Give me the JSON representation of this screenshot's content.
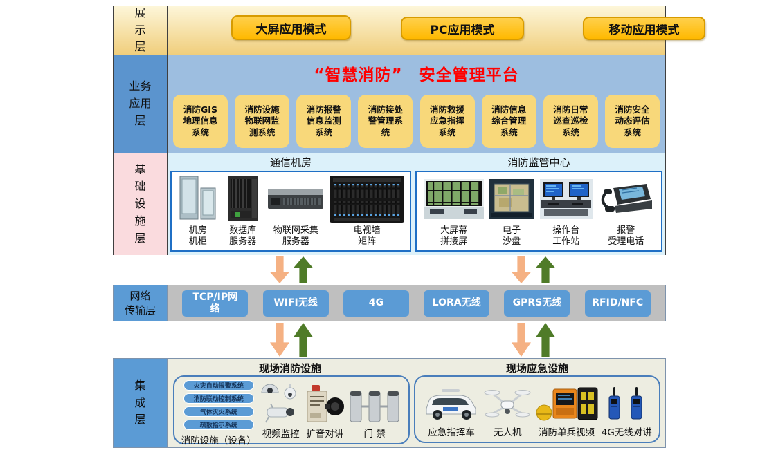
{
  "colors": {
    "presentation_gradient_top": "#FDF6D9",
    "presentation_gradient_bottom": "#F0CE7C",
    "mode_button_orange": "#FFB900",
    "business_label_blue": "#5B94CE",
    "business_bg_blue": "#9DBEE0",
    "platform_title_red": "#FF0000",
    "system_box_yellow": "#F8D87A",
    "infra_label_pink": "#FADBDE",
    "infra_bg_lightblue": "#DCF1FA",
    "infra_box_border_blue": "#1F6FC5",
    "network_chip_blue": "#5B9BD5",
    "network_bg_gray": "#BFBFBF",
    "integration_bg_beige": "#EDEDE1",
    "arrow_down_orange": "#F5B183",
    "arrow_up_green": "#4F7B28"
  },
  "presentation_layer": {
    "label": "展\n示\n层",
    "buttons": [
      "大屏应用模式",
      "PC应用模式",
      "移动应用模式"
    ]
  },
  "business_layer": {
    "label": "业务\n应用\n层",
    "title": "“智慧消防”　安全管理平台",
    "systems": [
      "消防GIS\n地理信息\n系统",
      "消防设施\n物联网监\n测系统",
      "消防报警\n信息监测\n系统",
      "消防接处\n警管理系\n统",
      "消防救援\n应急指挥\n系统",
      "消防信息\n综合管理\n系统",
      "消防日常\n巡查巡检\n系统",
      "消防安全\n动态评估\n系统"
    ]
  },
  "infrastructure_layer": {
    "label": "基\n础\n设\n施\n层",
    "groups": [
      {
        "title": "通信机房",
        "items": [
          {
            "label": "机房\n机柜",
            "icon": "server-cabinet-icon"
          },
          {
            "label": "数据库\n服务器",
            "icon": "database-server-icon"
          },
          {
            "label": "物联网采集\n服务器",
            "icon": "iot-server-icon"
          },
          {
            "label": "电视墙\n矩阵",
            "icon": "tv-wall-matrix-icon"
          }
        ]
      },
      {
        "title": "消防监管中心",
        "items": [
          {
            "label": "大屏幕\n拼接屏",
            "icon": "video-wall-icon"
          },
          {
            "label": "电子\n沙盘",
            "icon": "sand-table-icon"
          },
          {
            "label": "操作台\n工作站",
            "icon": "workstation-icon"
          },
          {
            "label": "报警\n受理电话",
            "icon": "alarm-phone-icon"
          }
        ]
      }
    ]
  },
  "network_layer": {
    "label": "网络\n传输层",
    "channels": [
      "TCP/IP网\n络",
      "WIFI无线",
      "4G",
      "LORA无线",
      "GPRS无线",
      "RFID/NFC"
    ]
  },
  "integration_layer": {
    "label": "集\n成\n层",
    "groups": [
      {
        "title": "现场消防设施",
        "subsystems": [
          "火灾自动报警系统",
          "消防联动控制系统",
          "气体灭火系统",
          "疏散指示系统"
        ],
        "subsystems_label": "消防设施（设备）",
        "items": [
          {
            "label": "视频监控",
            "icon": "cctv-cameras-icon"
          },
          {
            "label": "扩音对讲",
            "icon": "pa-intercom-icon"
          },
          {
            "label": "门 禁",
            "icon": "turnstile-gate-icon"
          }
        ]
      },
      {
        "title": "现场应急设施",
        "items": [
          {
            "label": "应急指挥车",
            "icon": "command-vehicle-icon"
          },
          {
            "label": "无人机",
            "icon": "drone-icon"
          },
          {
            "label": "消防单兵视频",
            "icon": "portable-video-kit-icon"
          },
          {
            "label": "4G无线对讲",
            "icon": "handheld-radio-icon"
          }
        ]
      }
    ]
  }
}
